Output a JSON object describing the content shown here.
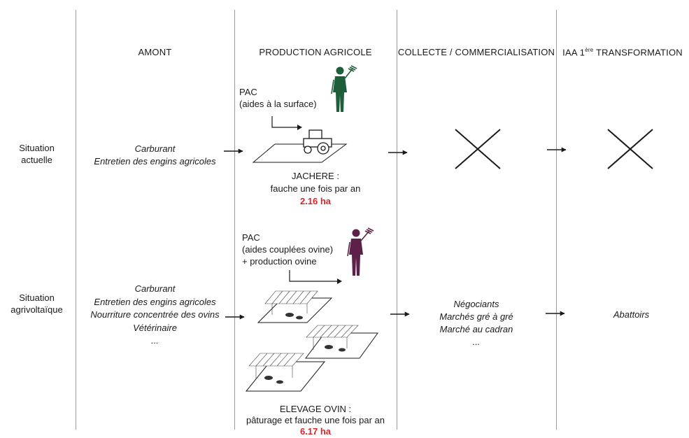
{
  "columns": {
    "amont": "AMONT",
    "production": "PRODUCTION AGRICOLE",
    "collecte": "COLLECTE / COMMERCIALISATION",
    "iaa_prefix": "IAA 1",
    "iaa_sup": "ère",
    "iaa_suffix": " TRANSFORMATION"
  },
  "rows": {
    "current": {
      "label": [
        "Situation",
        "actuelle"
      ],
      "amont": [
        "Carburant",
        "Entretien des engins agricoles"
      ],
      "pac": [
        "PAC",
        "(aides à la surface)"
      ],
      "production_title": "JACHERE :",
      "production_desc": "fauche une fois par an",
      "area": "2.16 ha"
    },
    "agrivoltaic": {
      "label": [
        "Situation",
        "agrivoltaïque"
      ],
      "amont": [
        "Carburant",
        "Entretien des engins agricoles",
        "Nourriture concentrée des ovins",
        "Vétérinaire",
        "..."
      ],
      "pac": [
        "PAC",
        "(aides couplées ovine)",
        "+ production ovine"
      ],
      "production_title": "ELEVAGE OVIN :",
      "production_desc": "pâturage et fauche une fois par an",
      "area": "6.17 ha",
      "collecte": [
        "Négociants",
        "Marchés gré à gré",
        "Marché au cadran",
        "..."
      ],
      "transformation": [
        "Abattoirs"
      ]
    }
  },
  "colors": {
    "farmer_current": "#1f5e3a",
    "farmer_agrivoltaic": "#5c2148",
    "area_highlight": "#d6262c",
    "divider": "#9a9a9a"
  }
}
